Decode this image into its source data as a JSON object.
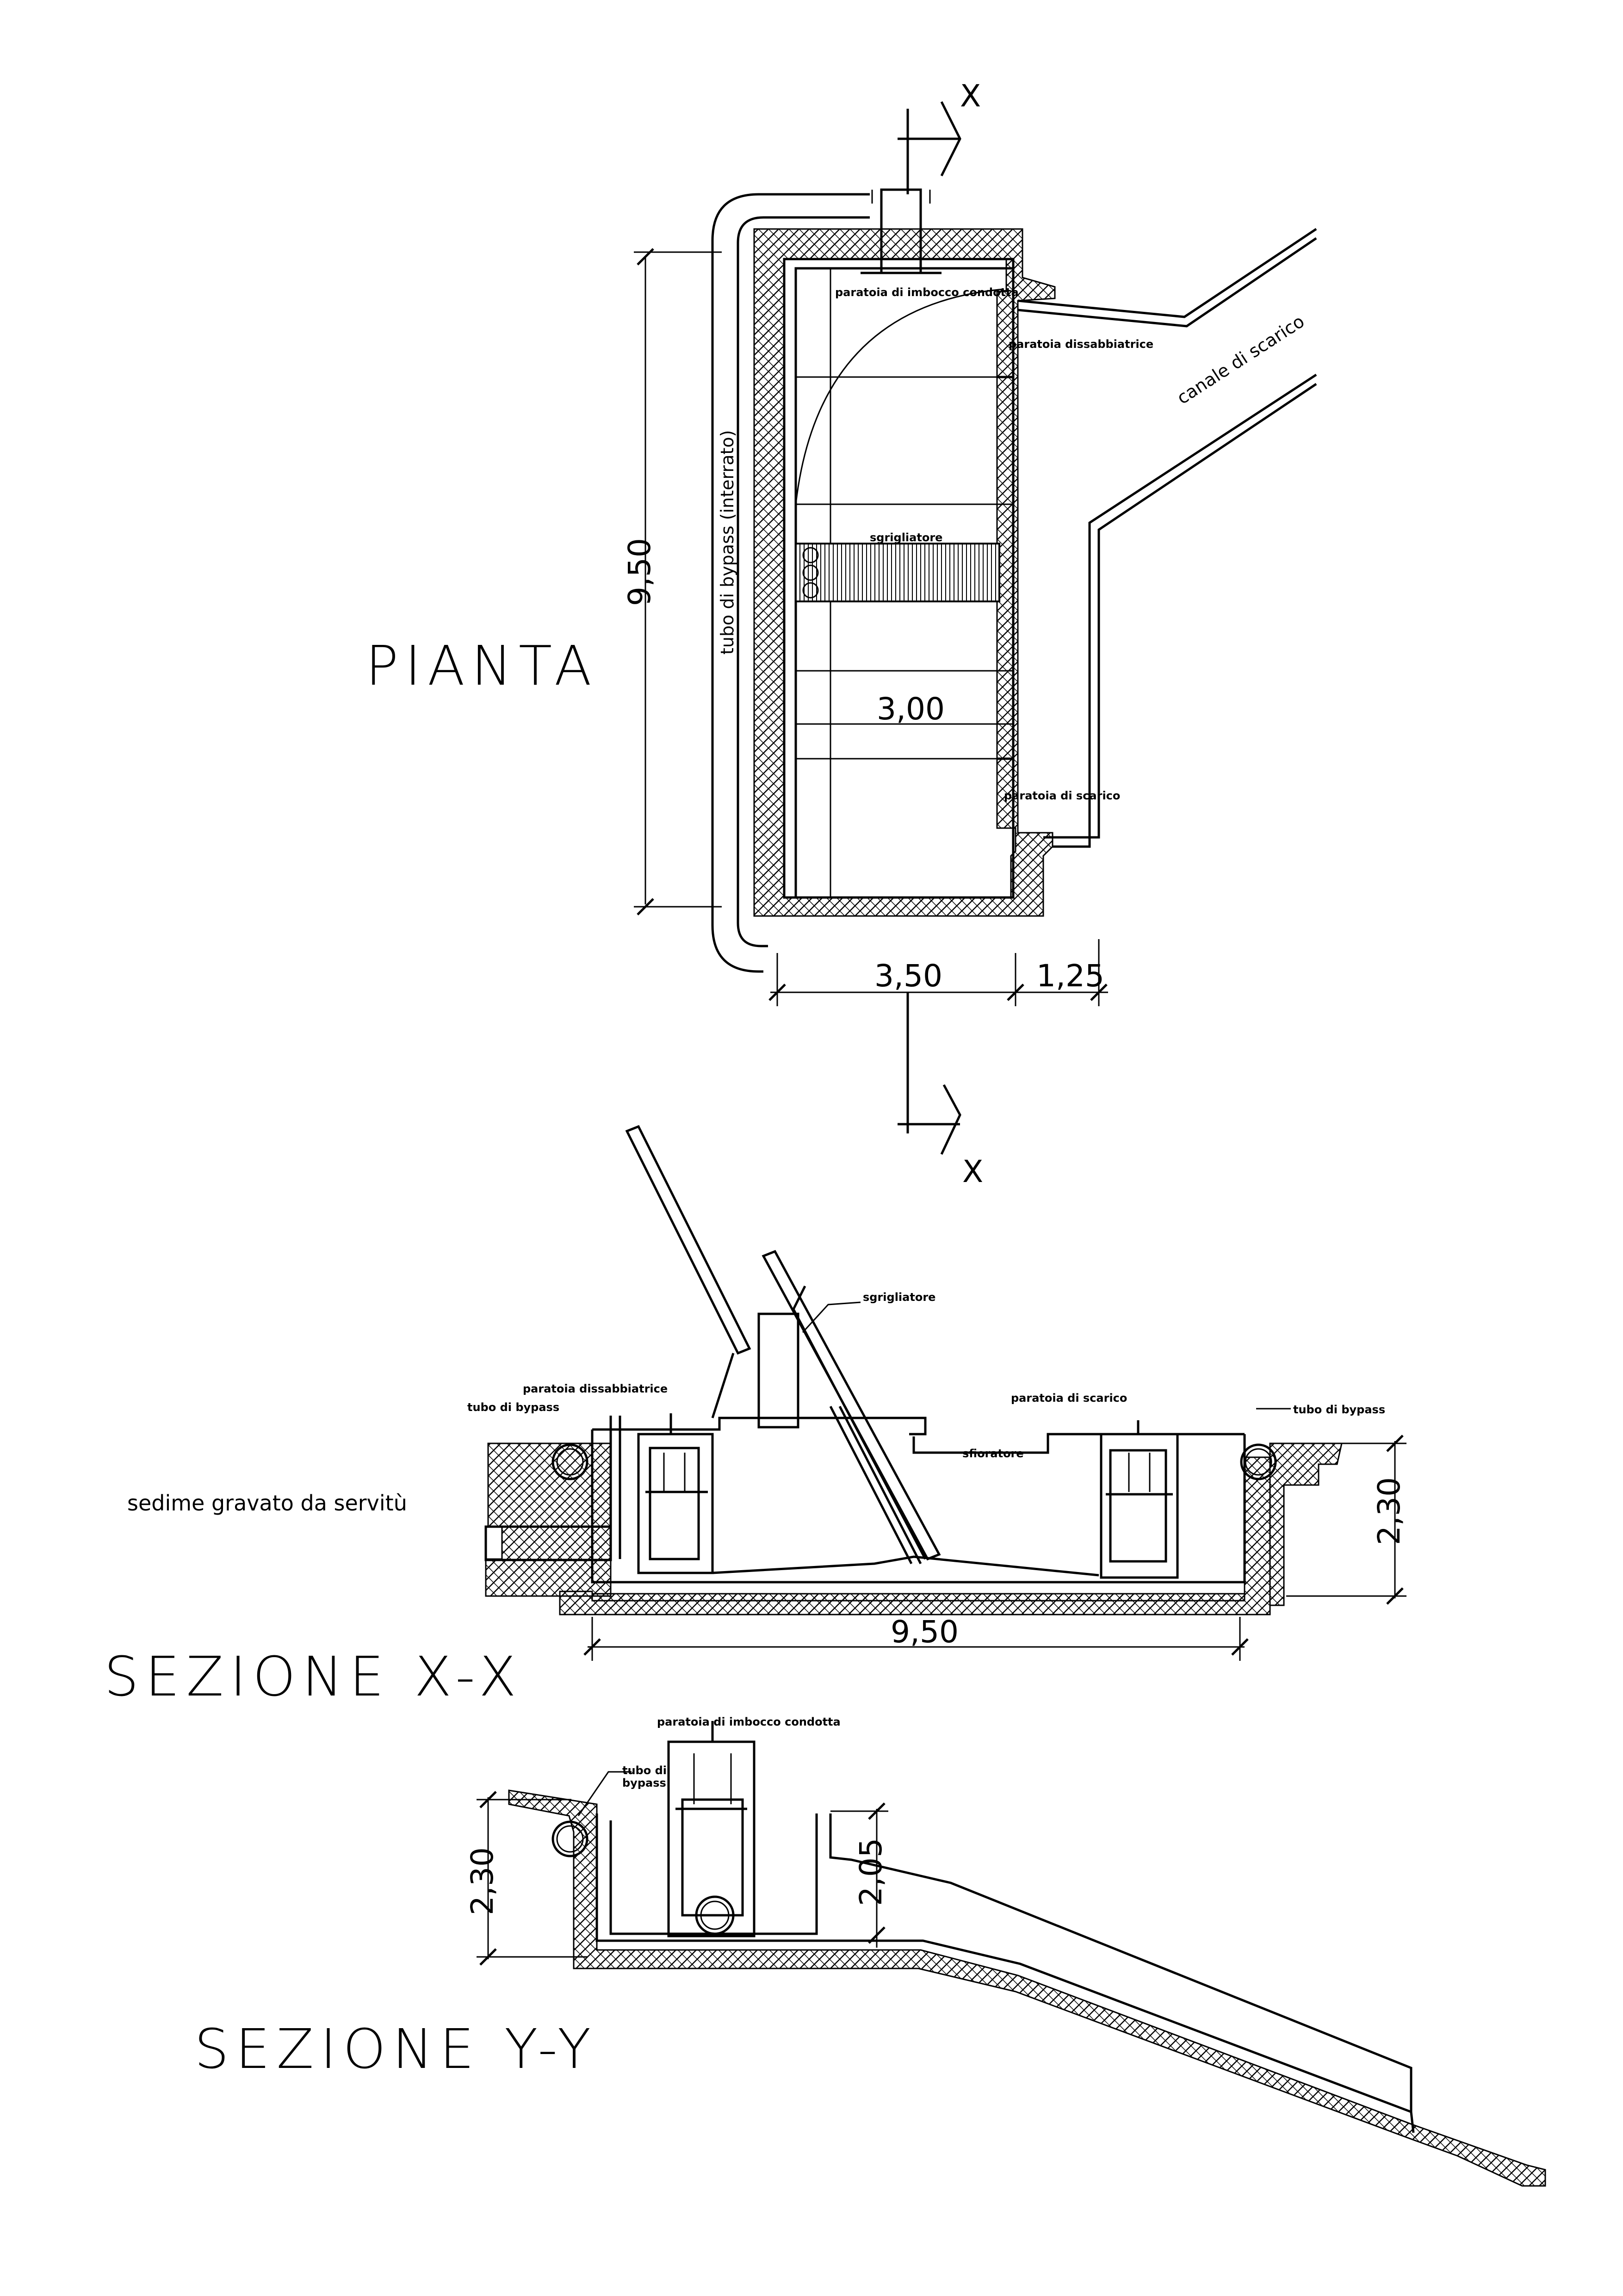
{
  "titles": {
    "plan": "PIANTA",
    "section_x": "SEZIONE X-X",
    "section_y": "SEZIONE Y-Y"
  },
  "plan_labels": {
    "section_mark_top": "X",
    "section_mark_bottom": "X",
    "bypass_pipe": "tubo di bypass (interrato)",
    "inlet_gate": "paratoia di imbocco condotta",
    "sand_gate": "paratoia dissabbiatrice",
    "outlet_channel": "canale di scarico",
    "screen_cleaner": "sgrigliatore",
    "discharge_gate": "paratoia di scarico"
  },
  "plan_dims": {
    "length": "9,50",
    "inner_width": "3,00",
    "width": "3,50",
    "side": "1,25"
  },
  "section_x_labels": {
    "screen_cleaner": "sgrigliatore",
    "sand_gate": "paratoia dissabbiatrice",
    "bypass_left": "tubo di bypass",
    "discharge_gate": "paratoia di scarico",
    "bypass_right": "tubo di bypass",
    "spillway": "sfioratore",
    "easement": "sedime gravato da servitù"
  },
  "section_x_dims": {
    "height": "2,30",
    "length": "9,50"
  },
  "section_y_labels": {
    "inlet_gate": "paratoia di imbocco condotta",
    "bypass_line1": "tubo di",
    "bypass_line2": "bypass"
  },
  "section_y_dims": {
    "height": "2,30",
    "inner_height": "2,05"
  }
}
